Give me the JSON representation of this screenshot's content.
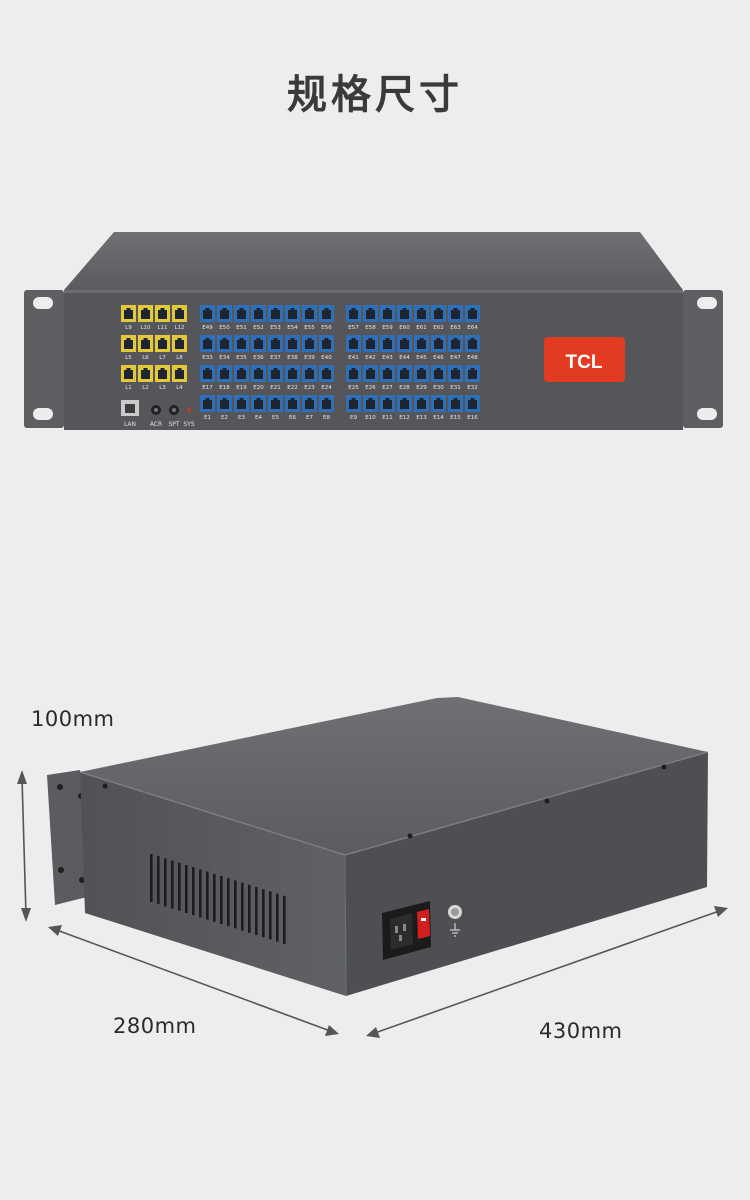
{
  "page": {
    "title": "规格尺寸"
  },
  "front_panel": {
    "brand_logo": "TCL",
    "trunk_labels": {
      "row1": [
        "L9",
        "L10",
        "L11",
        "L12"
      ],
      "row2": [
        "L5",
        "L6",
        "L7",
        "L8"
      ],
      "row3": [
        "L1",
        "L2",
        "L3",
        "L4"
      ]
    },
    "io_labels": [
      "LAN",
      "ACR",
      "SPT",
      "SYS"
    ],
    "ext_block1_labels": {
      "row1": [
        "E49",
        "E50",
        "E51",
        "E52",
        "E53",
        "E54",
        "E55",
        "E56"
      ],
      "row2": [
        "E33",
        "E34",
        "E35",
        "E36",
        "E37",
        "E38",
        "E39",
        "E40"
      ],
      "row3": [
        "E17",
        "E18",
        "E19",
        "E20",
        "E21",
        "E22",
        "E23",
        "E24"
      ],
      "row4": [
        "E1",
        "E2",
        "E3",
        "E4",
        "E5",
        "E6",
        "E7",
        "E8"
      ]
    },
    "ext_block2_labels": {
      "row1": [
        "E57",
        "E58",
        "E59",
        "E60",
        "E61",
        "E62",
        "E63",
        "E64"
      ],
      "row2": [
        "E41",
        "E42",
        "E43",
        "E44",
        "E45",
        "E46",
        "E47",
        "E48"
      ],
      "row3": [
        "E25",
        "E26",
        "E27",
        "E28",
        "E29",
        "E30",
        "E31",
        "E32"
      ],
      "row4": [
        "E9",
        "E10",
        "E11",
        "E12",
        "E13",
        "E14",
        "E15",
        "E16"
      ]
    }
  },
  "dimensions": {
    "height": "100mm",
    "depth": "280mm",
    "width": "430mm"
  },
  "colors": {
    "chassis": "#5b5d61",
    "trunk_port": "#e3c93a",
    "ext_port": "#2f6fb8",
    "logo_bg": "#e33a22"
  }
}
